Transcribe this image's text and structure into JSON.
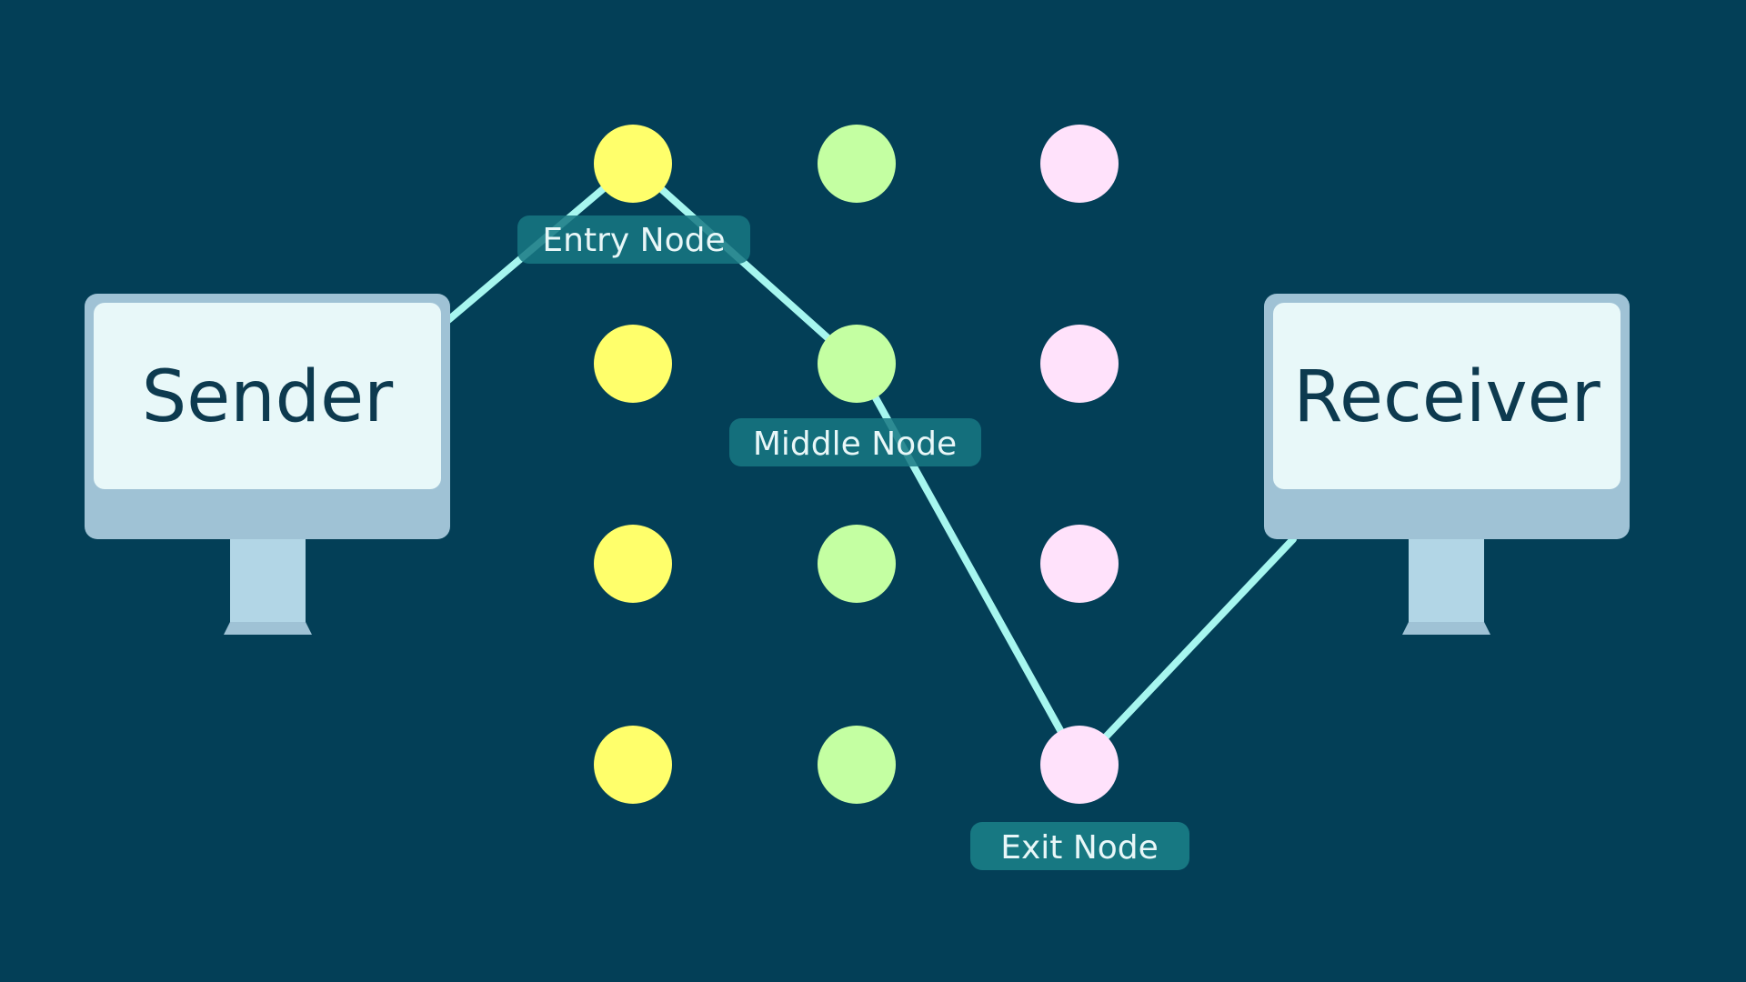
{
  "colors": {
    "background": "#033f57",
    "path_line": "#a6f6ef",
    "entry_nodes": "#ffff6b",
    "middle_nodes": "#c4ffa2",
    "exit_nodes": "#ffe2fb",
    "tag_background": "#177882",
    "monitor_frame": "#9fc2d5",
    "monitor_screen": "#e8f8f9",
    "monitor_stand": "#b2d6e6"
  },
  "sender": {
    "label": "Sender",
    "icon": "monitor-icon"
  },
  "receiver": {
    "label": "Receiver",
    "icon": "monitor-icon"
  },
  "nodes": {
    "entry_column": {
      "count": 4
    },
    "middle_column": {
      "count": 4
    },
    "exit_column": {
      "count": 4
    }
  },
  "path": [
    "Sender",
    "Entry Node",
    "Middle Node",
    "Exit Node",
    "Receiver"
  ],
  "labels": {
    "entry": "Entry Node",
    "middle": "Middle Node",
    "exit": "Exit Node"
  }
}
